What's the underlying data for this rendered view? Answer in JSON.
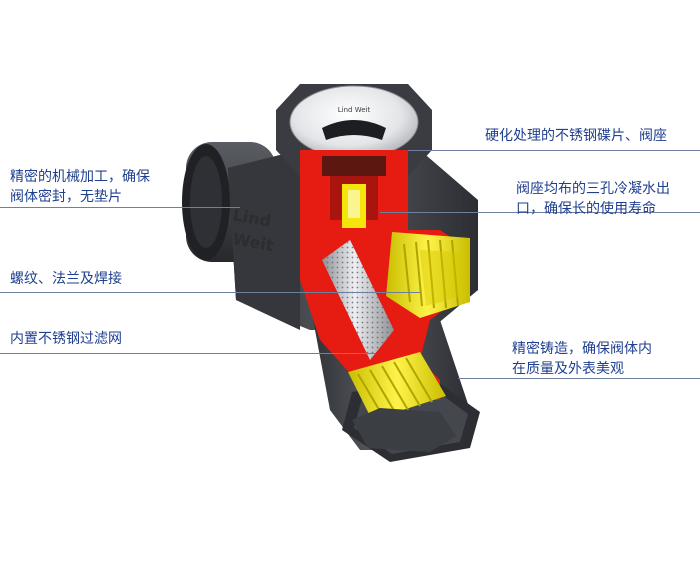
{
  "labels": {
    "disc_seat": "硬化处理的不锈钢碟片、阀座",
    "machining_1": "精密的机械加工，确保",
    "machining_2": "阀体密封，无垫片",
    "seat_holes_1": "阀座均布的三孔冷凝水出",
    "seat_holes_2": "口，确保长的使用寿命",
    "connections": "螺纹、法兰及焊接",
    "strainer": "内置不锈钢过滤网",
    "casting_1": "精密铸造，确保阀体内",
    "casting_2": "在质量及外表美观"
  },
  "body_text": {
    "brand_1": "Lind",
    "brand_2": "Weit",
    "cap_brand": "Lind Weit"
  },
  "colors": {
    "label_text": "#1f3f8f",
    "leader_line": "#6f7f9f",
    "body": "#3d3f44",
    "cutaway": "#e61b12",
    "insert": "#f4e60c"
  }
}
